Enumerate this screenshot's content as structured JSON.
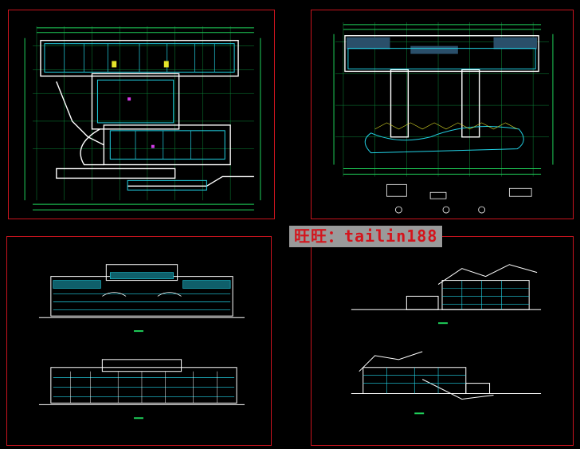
{
  "watermark": {
    "text": "旺旺：tailin188"
  },
  "colors": {
    "background": "#000000",
    "frame": "#c8141e",
    "green": "#1fd05a",
    "cyan": "#22d3e6",
    "white": "#ffffff",
    "yellow": "#e6e62a",
    "magenta": "#d23ce8",
    "watermark_bg": "#9a9a9a",
    "watermark_text": "#d4141c"
  },
  "sheets": [
    {
      "id": "first-floor-plan-sheet"
    },
    {
      "id": "second-floor-plan-sheet"
    },
    {
      "id": "front-elevations-sheet"
    },
    {
      "id": "side-elevations-sheet"
    }
  ]
}
